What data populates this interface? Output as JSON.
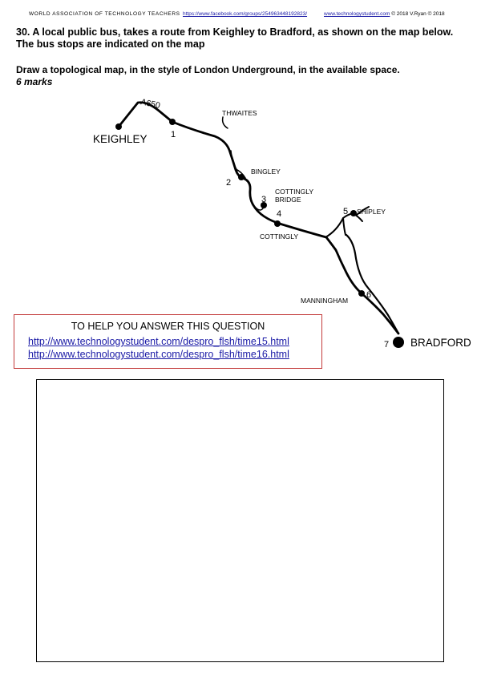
{
  "header": {
    "organisation": "WORLD ASSOCIATION OF TECHNOLOGY TEACHERS",
    "facebook_url": "https://www.facebook.com/groups/254963448192823/",
    "site_url": "www.technologystudent.com",
    "copyright": "© 2018 V.Ryan © 2018"
  },
  "question": {
    "title": "30. A local public bus, takes a route from Keighley to Bradford, as shown on the map below. The bus stops are indicated on the map",
    "instruction": "Draw a topological map, in the style of London Underground, in the available space.",
    "marks": "6 marks"
  },
  "map": {
    "road_label": "A650",
    "places": {
      "keighley": "KEIGHLEY",
      "thwaites": "THWAITES",
      "bingley": "BINGLEY",
      "cottingly_bridge_1": "COTTINGLY",
      "cottingly_bridge_2": "BRIDGE",
      "shipley": "SHIPLEY",
      "cottingly": "COTTINGLY",
      "manningham": "MANNINGHAM",
      "bradford": "BRADFORD"
    },
    "stops": [
      "1",
      "2",
      "3",
      "4",
      "5",
      "6",
      "7"
    ]
  },
  "help": {
    "title": "TO HELP YOU ANSWER THIS QUESTION",
    "links": [
      "http://www.technologystudent.com/despro_flsh/time15.html",
      "http://www.technologystudent.com/despro_flsh/time16.html"
    ]
  }
}
